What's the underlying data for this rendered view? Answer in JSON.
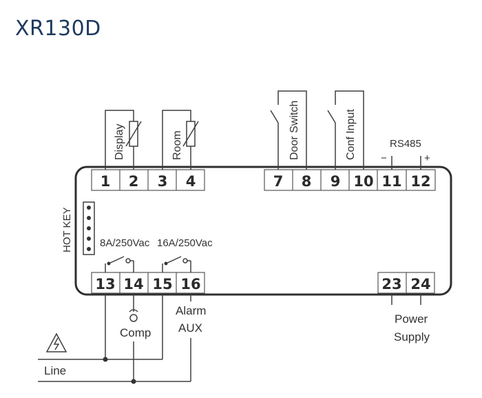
{
  "title": "XR130D",
  "terminals_top": [
    "1",
    "2",
    "3",
    "4",
    "7",
    "8",
    "9",
    "10",
    "11",
    "12"
  ],
  "terminals_bottom": [
    "13",
    "14",
    "15",
    "16",
    "23",
    "24"
  ],
  "labels": {
    "display": "Display",
    "room": "Room",
    "door_switch": "Door Switch",
    "conf_input": "Conf Input",
    "rs485": "RS485",
    "minus": "−",
    "plus": "+",
    "hot_key": "HOT KEY",
    "relay1": "8A/250Vac",
    "relay2": "16A/250Vac",
    "comp": "Comp",
    "alarm": "Alarm",
    "aux": "AUX",
    "power": "Power",
    "supply": "Supply",
    "line": "Line"
  },
  "colors": {
    "title": "#1f3a5f",
    "lines": "#3f3f3f"
  },
  "icons": [
    "thermistor-icon",
    "switch-icon",
    "relay-contact-icon",
    "compressor-icon",
    "warning-triangle-icon",
    "hot-key-connector-icon"
  ]
}
